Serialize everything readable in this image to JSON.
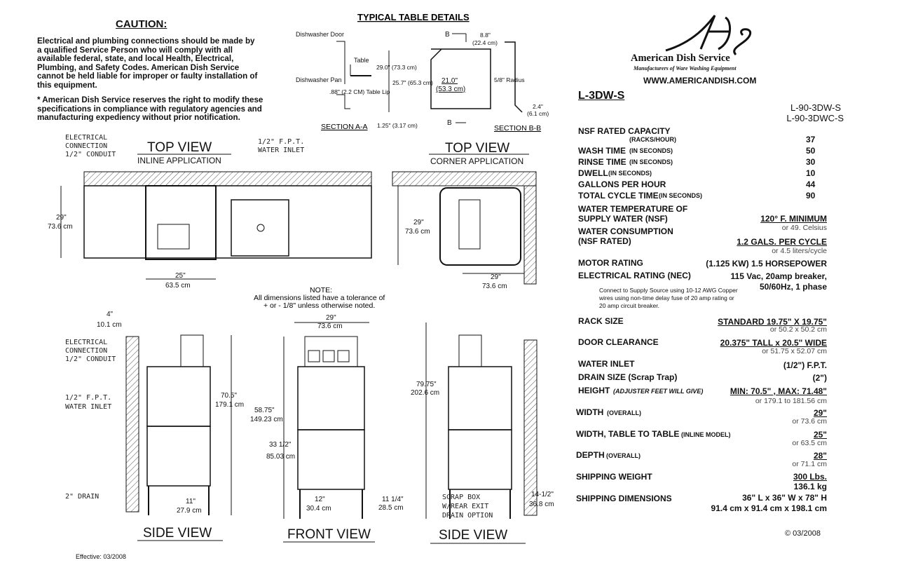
{
  "caution": {
    "title": "CAUTION:",
    "body": "Electrical and plumbing connections should be made by a qualified Service Person who will comply with all available federal, state, and local Health, Electrical, Plumbing, and Safety Codes. American Dish Service cannot be held liable for improper or faulty installation of this equipment.",
    "note": "* American Dish Service reserves the right to modify these specifications in compliance with regulatory agencies and manufacturing expediency without prior notification."
  },
  "table_details": {
    "title": "TYPICAL TABLE DETAILS",
    "dishwasher_door": "Dishwasher Door",
    "table": "Table",
    "dishwasher_pan": "Dishwasher Pan",
    "table_lip": ".88\" (2.2 CM) Table Lip",
    "dim_29": "29.0\" (73.3 cm)",
    "dim_257": "25.7\" (65.3 cm)",
    "dim_21": "21.0\"",
    "dim_21cm": "(53.3 cm)",
    "dim_125": "1.25\" (3.17 cm)",
    "b_label": "B",
    "dim_88": "8.8\"",
    "dim_88cm": "(22.4 cm)",
    "radius": "5/8\" Radius",
    "dim_24": "2.4\"",
    "dim_24cm": "(6.1 cm)",
    "section_aa": "SECTION A-A",
    "section_bb": "SECTION B-B"
  },
  "brand": {
    "logo_text": "ADS",
    "name": "American Dish Service",
    "tagline": "Manufacturers of Ware Washing Equipment",
    "url": "WWW.AMERICANDISH.COM"
  },
  "model": {
    "title": "L-3DW-S",
    "alt1": "L-90-3DW-S",
    "alt2": "L-90-3DWC-S"
  },
  "specs": {
    "nsf_capacity": "NSF RATED CAPACITY",
    "racks_hour": "(RACKS/HOUR)",
    "nsf_capacity_val": "37",
    "wash_time": "WASH TIME",
    "in_seconds": "(IN SECONDS)",
    "wash_time_val": "50",
    "rinse_time": "RINSE TIME",
    "rinse_time_val": "30",
    "dwell": "DWELL",
    "dwell_val": "10",
    "gph": "GALLONS PER HOUR",
    "gph_val": "44",
    "cycle": "TOTAL CYCLE TIME",
    "cycle_val": "90",
    "water_temp1": "WATER TEMPERATURE OF",
    "water_temp2": "SUPPLY WATER (NSF)",
    "water_temp_val": "120° F. MINIMUM",
    "water_temp_alt": "or 49. Celsius",
    "consumption1": "WATER CONSUMPTION",
    "consumption2": "(NSF RATED)",
    "consumption_val": "1.2 GALS. PER CYCLE",
    "consumption_alt": "or 4.5 liters/cycle",
    "motor": "MOTOR RATING",
    "motor_val": "(1.125 KW) 1.5 HORSEPOWER",
    "electrical": "ELECTRICAL RATING (NEC)",
    "electrical_val": "115 Vac, 20amp breaker,",
    "electrical_val2": "50/60Hz, 1 phase",
    "electrical_note": "Connect to Supply Source using 10-12 AWG Copper wires using non-time delay fuse of 20 amp rating or 20 amp circuit breaker.",
    "rack": "RACK SIZE",
    "rack_val": "STANDARD 19.75\" X 19.75\"",
    "rack_alt": "or 50.2 x 50.2 cm",
    "door": "DOOR CLEARANCE",
    "door_val": "20.375\" TALL x  20.5\" WIDE",
    "door_alt": "or 51.75 x 52.07 cm",
    "inlet": "WATER INLET",
    "inlet_val": "(1/2\") F.P.T.",
    "drain": "DRAIN SIZE (Scrap Trap)",
    "drain_val": "(2\")",
    "height": "HEIGHT",
    "height_note": "(ADJUSTER FEET WILL GIVE)",
    "height_val": "MIN: 70.5\" , MAX: 71.48\"",
    "height_alt": "or 179.1 to 181.56 cm",
    "width": "WIDTH",
    "overall": "(OVERALL)",
    "width_val": "29\"",
    "width_alt": "or 73.6 cm",
    "width_tt": "WIDTH, TABLE TO TABLE",
    "inline_model": "(INLINE MODEL)",
    "width_tt_val": "25\"",
    "width_tt_alt": "or 63.5 cm",
    "depth": "DEPTH",
    "depth_val": "28\"",
    "depth_alt": "or 71.1 cm",
    "ship_weight": "SHIPPING WEIGHT",
    "ship_weight_val": "300 Lbs.",
    "ship_weight_alt": "136.1 kg",
    "ship_dim": "SHIPPING DIMENSIONS",
    "ship_dim_val": "36\" L x 36\" W x 78\" H",
    "ship_dim_alt": "91.4 cm x 91.4 cm x 198.1 cm",
    "copyright": "03/2008"
  },
  "drawings": {
    "top_view": "TOP VIEW",
    "inline_app": "INLINE APPLICATION",
    "corner_app": "CORNER APPLICATION",
    "elec_conn1": "ELECTRICAL",
    "elec_conn2": "CONNECTION",
    "elec_conn3": "1/2\" CONDUIT",
    "water_inlet1": "1/2\" F.P.T.",
    "water_inlet2": "WATER INLET",
    "d29": "29\"",
    "d736": "73.6 cm",
    "d25": "25\"",
    "d635": "63.5 cm",
    "note_title": "NOTE:",
    "note_body1": "All dimensions listed have a tolerance of",
    "note_body2": "+ or - 1/8\" unless otherwise noted.",
    "d4": "4\"",
    "d101": "10.1 cm",
    "d705": "70.5\"",
    "d1791": "179.1 cm",
    "d5875": "58.75\"",
    "d14923": "149.23 cm",
    "d3312": "33 1/2\"",
    "d8503": "85.03 cm",
    "d7975": "79.75\"",
    "d2026": "202.6 cm",
    "d11": "11\"",
    "d279": "27.9 cm",
    "d12": "12\"",
    "d304": "30.4 cm",
    "d1114": "11 1/4\"",
    "d285": "28.5 cm",
    "d1412": "14-1/2\"",
    "d368": "36.8 cm",
    "drain": "2\" DRAIN",
    "scrap1": "SCRAP BOX",
    "scrap2": "W/REAR EXIT",
    "scrap3": "DRAIN OPTION",
    "side_view": "SIDE VIEW",
    "front_view": "FRONT VIEW"
  },
  "footer": {
    "effective": "Effective: 03/2008"
  }
}
